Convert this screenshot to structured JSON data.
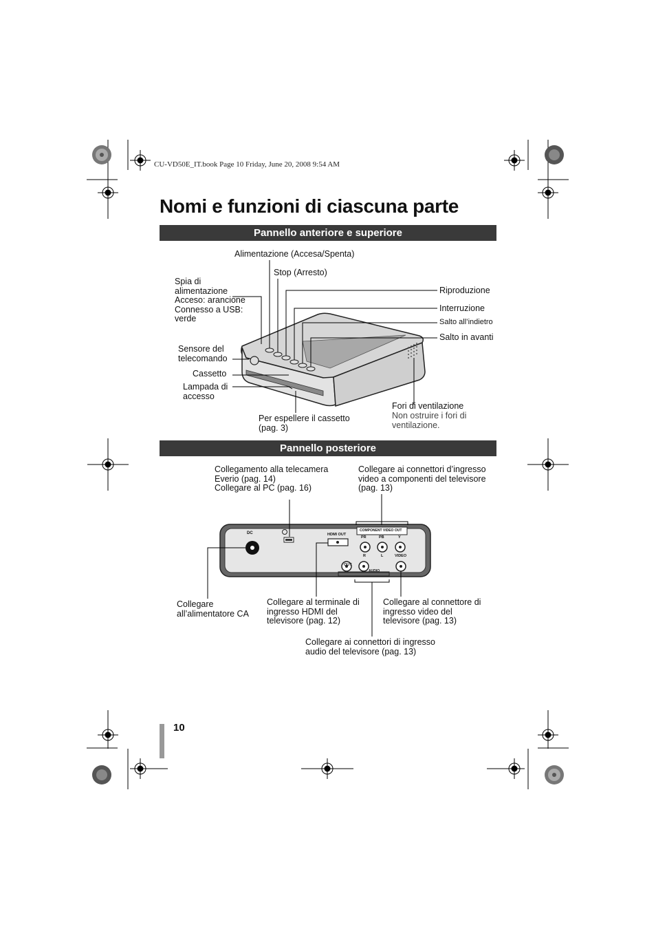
{
  "header": {
    "file_info": "CU-VD50E_IT.book  Page 10  Friday, June 20, 2008  9:54 AM"
  },
  "title": "Nomi e funzioni di ciascuna parte",
  "front_panel": {
    "heading": "Pannello anteriore e superiore",
    "labels": {
      "power_button": "Alimentazione (Accesa/Spenta)",
      "stop_button": "Stop (Arresto)",
      "power_lamp": "Spia di\nalimentazione\nAcceso: arancione\nConnesso a USB:\nverde",
      "play_button": "Riproduzione",
      "pause_button": "Interruzione",
      "skip_back": "Salto all’indietro",
      "skip_forward": "Salto in avanti",
      "remote_sensor": "Sensore del\ntelecomando",
      "tray": "Cassetto",
      "access_lamp": "Lampada di\naccesso",
      "eject_hole": "Per espellere il cassetto\n(pag. 3)",
      "vent_title": "Fori di ventilazione",
      "vent_note": "Non ostruire i fori di\nventilazione."
    }
  },
  "rear_panel": {
    "heading": "Pannello posteriore",
    "labels": {
      "usb": "Collegamento alla telecamera\nEverio (pag. 14)\nCollegare al PC (pag. 16)",
      "component": "Collegare ai connettori d’ingresso\nvideo a componenti del televisore\n(pag. 13)",
      "dc": "Collegare\nall’alimentatore CA",
      "hdmi": "Collegare al terminale di\ningresso HDMI del\ntelevisore (pag. 12)",
      "video": "Collegare al connettore di\ningresso video del\ntelevisore (pag. 13)",
      "audio": "Collegare ai connettori di ingresso\naudio del televisore (pag. 13)"
    },
    "device_marks": {
      "dc": "DC",
      "hdmi_out": "HDMI OUT",
      "component_out": "COMPONENT VIDEO OUT",
      "pr": "PR",
      "pb": "PB",
      "y": "Y",
      "r": "R",
      "l": "L",
      "video": "VIDEO",
      "out": "OUT",
      "audio": "AUDIO"
    }
  },
  "page_number": "10"
}
